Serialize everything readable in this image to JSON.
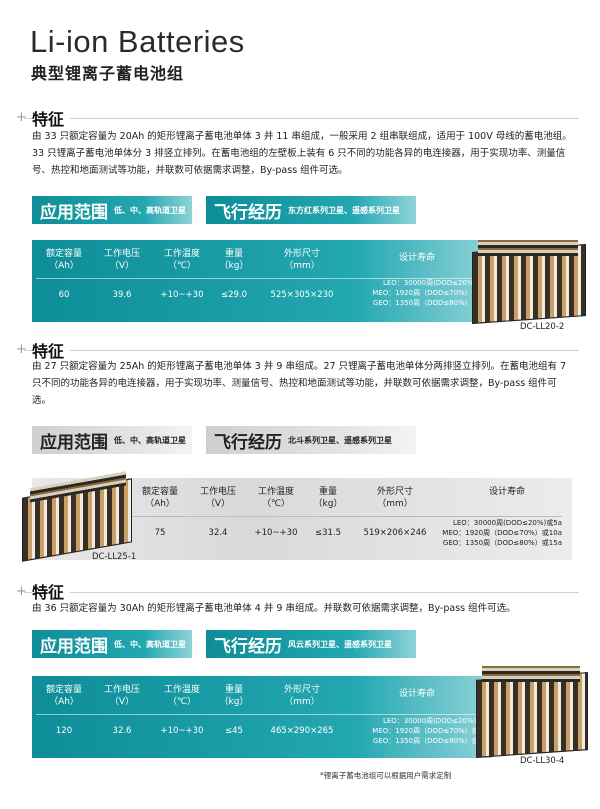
{
  "title_en": "Li-ion Batteries",
  "title_cn": "典型锂离子蓄电池组",
  "sections": [
    {
      "heading": "特征",
      "desc": "由 33 只额定容量为 20Ah 的矩形锂离子蓄电池单体 3 并 11 串组成，一般采用 2 组串联组成，适用于 100V 母线的蓄电池组。33 只锂离子蓄电池单体分 3 排竖立排列。在蓄电池组的左壁板上装有 6 只不同的功能各异的电连接器，用于实现功率、测量信号、热控和地面测试等功能，并联数可依据需求调整，By-pass 组件可选。",
      "app_label": "应用范围",
      "app_text": "低、中、高轨道卫星",
      "flight_label": "飞行经历",
      "flight_text": "东方红系列卫星、遥感系列卫星",
      "headers": [
        "额定容量\n（Ah）",
        "工作电压\n（V）",
        "工作温度\n（℃）",
        "重量\n（kg）",
        "外形尺寸\n（mm）",
        "设计寿命"
      ],
      "values": [
        "60",
        "39.6",
        "+10~+30",
        "≤29.0",
        "525×305×230"
      ],
      "life": [
        "LEO：30000周(DOD≤20%)或5a",
        "MEO：1920周（DOD≤70%）或10a",
        "GEO：1350周（DOD≤80%）或15a"
      ],
      "model": "DC-LL20-2"
    },
    {
      "heading": "特征",
      "desc": "由 27 只额定容量为 25Ah 的矩形锂离子蓄电池单体 3 并 9 串组成。27 只锂离子蓄电池单体分两排竖立排列。在蓄电池组有 7 只不同的功能各异的电连接器，用于实现功率、测量信号、热控和地面测试等功能，并联数可依据需求调整，By-pass 组件可选。",
      "app_label": "应用范围",
      "app_text": "低、中、高轨道卫星",
      "flight_label": "飞行经历",
      "flight_text": "北斗系列卫星、遥感系列卫星",
      "headers": [
        "额定容量\n（Ah）",
        "工作电压\n（V）",
        "工作温度\n（℃）",
        "重量\n（kg）",
        "外形尺寸\n（mm）",
        "设计寿命"
      ],
      "values": [
        "75",
        "32.4",
        "+10~+30",
        "≤31.5",
        "519×206×246"
      ],
      "life": [
        "LEO：30000周(DOD≤20%)或5a",
        "MEO：1920周（DOD≤70%）或10a",
        "GEO：1350周（DOD≤80%）或15a"
      ],
      "model": "DC-LL25-1"
    },
    {
      "heading": "特征",
      "desc": "由 36 只额定容量为 30Ah 的矩形锂离子蓄电池单体 4 并 9 串组成。并联数可依据需求调整，By-pass 组件可选。",
      "app_label": "应用范围",
      "app_text": "低、中、高轨道卫星",
      "flight_label": "飞行经历",
      "flight_text": "风云系列卫星、遥感系列卫星",
      "headers": [
        "额定容量\n（Ah）",
        "工作电压\n（V）",
        "工作温度\n（℃）",
        "重量\n（kg）",
        "外形尺寸\n（mm）",
        "设计寿命"
      ],
      "values": [
        "120",
        "32.6",
        "+10~+30",
        "≤45",
        "465×290×265"
      ],
      "life": [
        "LEO：30000周(DOD≤20%)或5a",
        "MEO：1920周（DOD≤70%）或10a",
        "GEO：1350周（DOD≤80%）或15a"
      ],
      "model": "DC-LL30-4"
    }
  ],
  "footnote": "*锂离子蓄电池组可以根据用户需求定制",
  "colors": {
    "teal": "#1a9ca6",
    "grey": "#dcdcdc"
  }
}
